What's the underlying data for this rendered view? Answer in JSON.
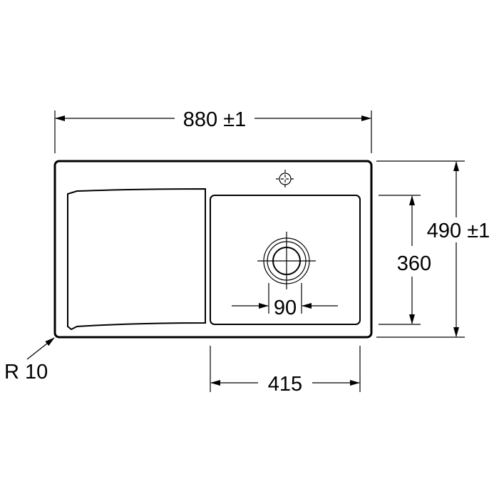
{
  "drawing": {
    "overall_width_label": "880 ±1",
    "overall_depth_label": "490 ±1",
    "bowl_depth_label": "360",
    "bowl_width_label": "415",
    "drain_diameter_label": "90",
    "corner_radius_label": "R 10",
    "line_color": "#000000",
    "background_color": "#ffffff"
  }
}
